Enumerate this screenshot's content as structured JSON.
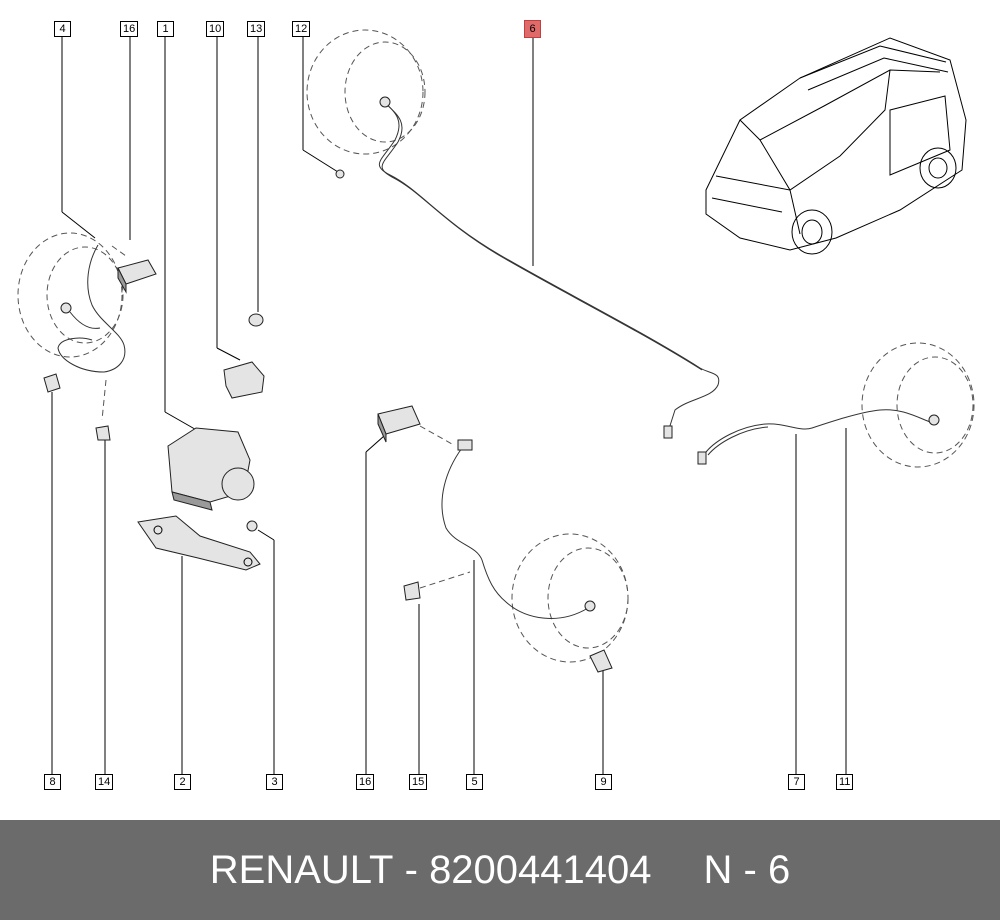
{
  "callouts": {
    "c1": "1",
    "c2": "2",
    "c3": "3",
    "c4": "4",
    "c5": "5",
    "c6": "6",
    "c7": "7",
    "c8": "8",
    "c9": "9",
    "c10": "10",
    "c11": "11",
    "c12": "12",
    "c13": "13",
    "c14": "14",
    "c15": "15",
    "c16a": "16",
    "c16b": "16"
  },
  "highlighted_callout": "6",
  "colors": {
    "highlight": "#e06a6a",
    "footer_bg": "#6b6b6b",
    "footer_text": "#ffffff"
  },
  "footer": {
    "brand": "RENAULT",
    "dash1": "-",
    "part_number": "8200441404",
    "position_label": "N",
    "dash2": "-",
    "position_number": "6"
  }
}
